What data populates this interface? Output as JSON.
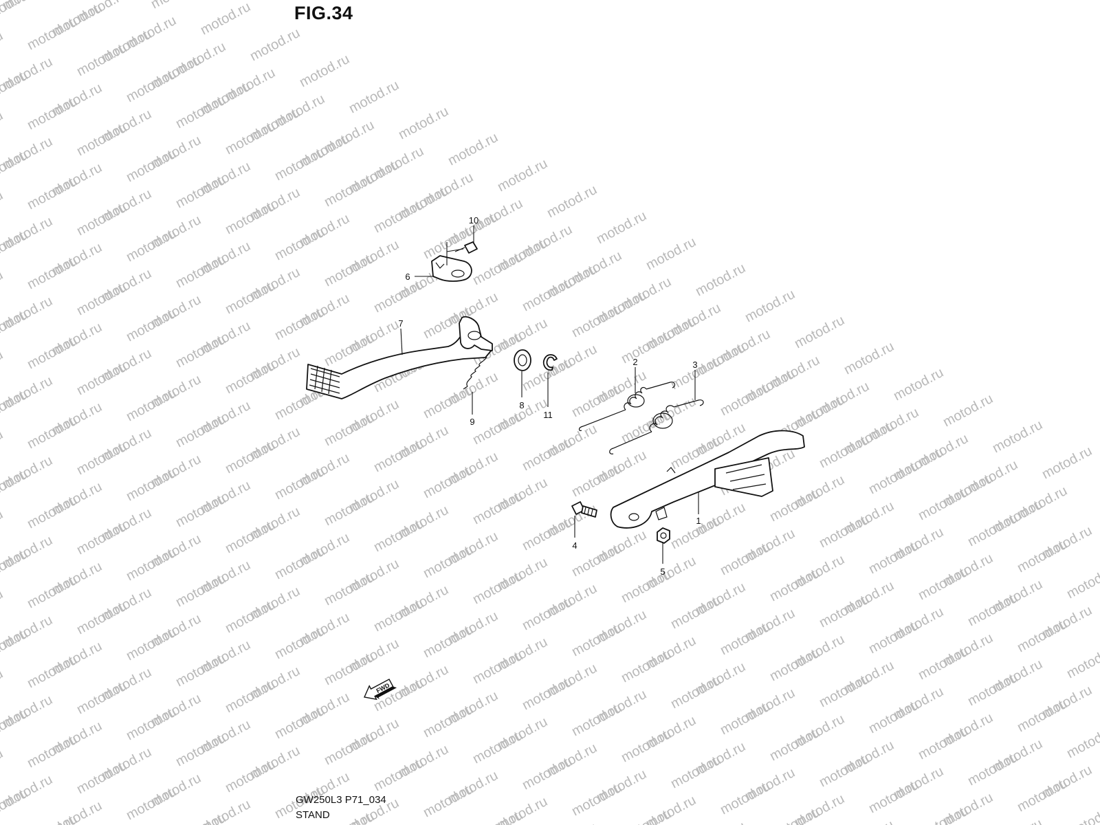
{
  "figure": {
    "title": "FIG.34",
    "model_code": "GW250L3 P71_034",
    "section_name": "STAND"
  },
  "watermark": {
    "text": "motod.ru",
    "color": "#b9b9b9"
  },
  "callouts": [
    {
      "id": "1",
      "label": "1"
    },
    {
      "id": "2",
      "label": "2"
    },
    {
      "id": "3",
      "label": "3"
    },
    {
      "id": "4",
      "label": "4"
    },
    {
      "id": "5",
      "label": "5"
    },
    {
      "id": "6",
      "label": "6"
    },
    {
      "id": "7",
      "label": "7"
    },
    {
      "id": "8",
      "label": "8"
    },
    {
      "id": "9",
      "label": "9"
    },
    {
      "id": "10",
      "label": "10"
    },
    {
      "id": "11",
      "label": "11"
    }
  ],
  "direction_arrow": {
    "label": "FWD"
  },
  "colors": {
    "ink": "#111111",
    "background": "#ffffff"
  }
}
